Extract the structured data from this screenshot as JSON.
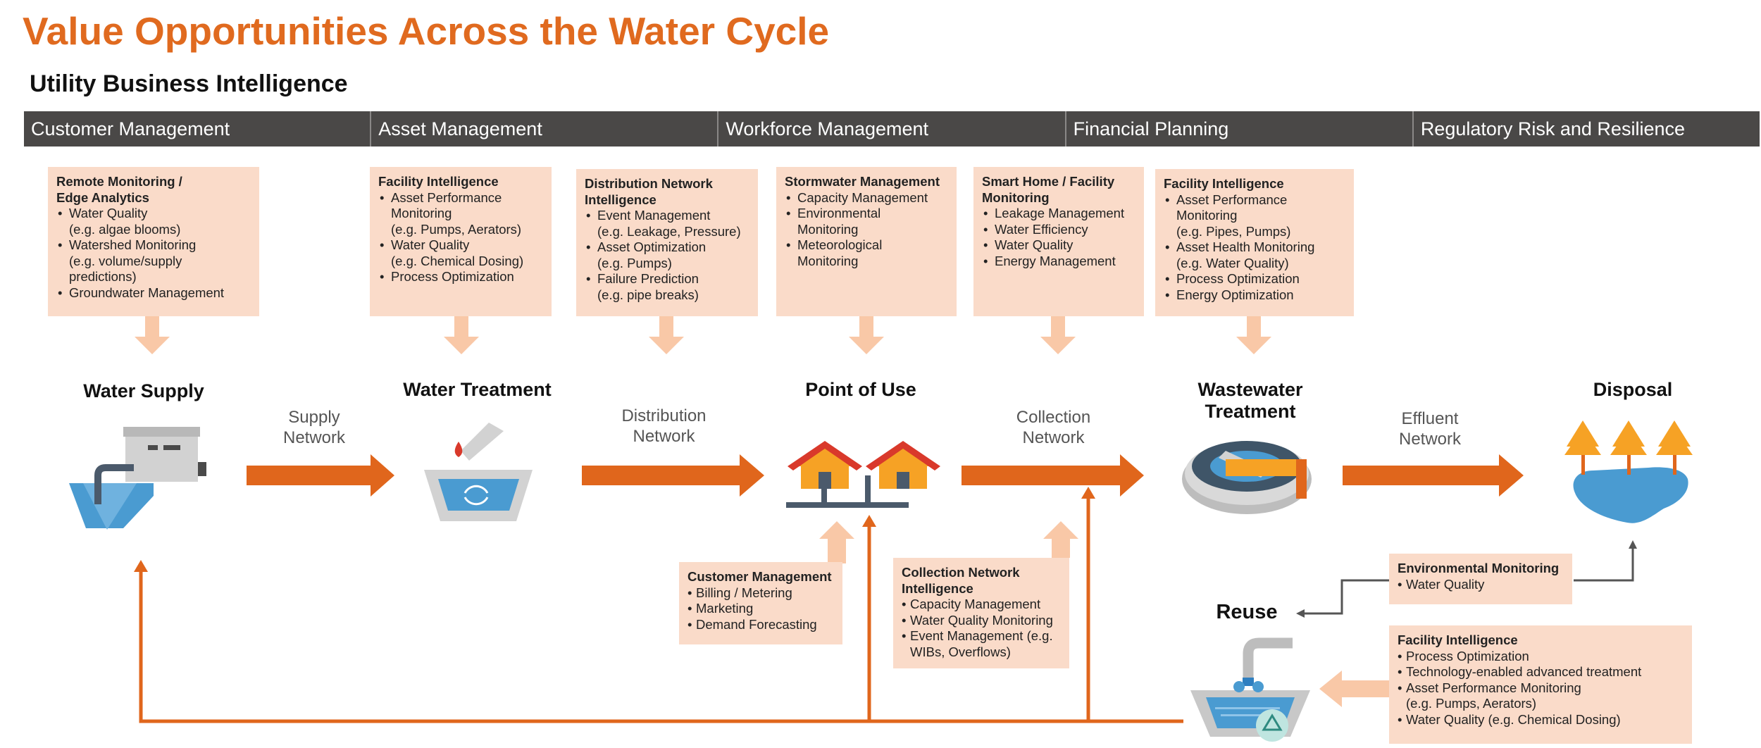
{
  "title": "Value Opportunities Across the Water Cycle",
  "subtitle": "Utility Business Intelligence",
  "categories": [
    "Customer Management",
    "Asset Management",
    "Workforce Management",
    "Financial Planning",
    "Regulatory Risk and Resilience"
  ],
  "boxes": {
    "remote": {
      "title": "Remote Monitoring /\nEdge Analytics",
      "items": [
        "Water Quality\n(e.g. algae blooms)",
        "Watershed Monitoring\n(e.g. volume/supply\npredictions)",
        "Groundwater Management"
      ]
    },
    "facility1": {
      "title": "Facility Intelligence",
      "items": [
        "Asset Performance\nMonitoring\n(e.g. Pumps, Aerators)",
        "Water Quality\n(e.g. Chemical Dosing)",
        "Process Optimization"
      ]
    },
    "distribution": {
      "title": "Distribution Network\nIntelligence",
      "items": [
        "Event Management\n(e.g. Leakage, Pressure)",
        "Asset Optimization\n(e.g. Pumps)",
        "Failure Prediction\n(e.g. pipe breaks)"
      ]
    },
    "stormwater": {
      "title": "Stormwater Management",
      "items": [
        "Capacity Management",
        "Environmental\nMonitoring",
        "Meteorological\nMonitoring"
      ]
    },
    "smarthome": {
      "title": "Smart Home / Facility\nMonitoring",
      "items": [
        "Leakage Management",
        "Water Efficiency",
        "Water Quality",
        "Energy Management"
      ]
    },
    "facility2": {
      "title": "Facility Intelligence",
      "items": [
        "Asset Performance\nMonitoring\n(e.g. Pipes, Pumps)",
        "Asset Health Monitoring\n(e.g. Water Quality)",
        "Process Optimization",
        "Energy Optimization"
      ]
    },
    "customer": {
      "title": "Customer Management",
      "items": [
        "Billing / Metering",
        "Marketing",
        "Demand Forecasting"
      ]
    },
    "collection": {
      "title": "Collection Network\nIntelligence",
      "items": [
        "Capacity Management",
        "Water Quality Monitoring",
        "Event Management (e.g.\nWIBs, Overflows)"
      ]
    },
    "environmental": {
      "title": "Environmental Monitoring",
      "items": [
        "Water Quality"
      ]
    },
    "facility3": {
      "title": "Facility Intelligence",
      "items": [
        "Process Optimization",
        "Technology-enabled advanced treatment",
        "Asset Performance Monitoring\n(e.g. Pumps, Aerators)",
        "Water Quality (e.g. Chemical Dosing)"
      ]
    }
  },
  "stages": {
    "water_supply": "Water Supply",
    "water_treatment": "Water Treatment",
    "point_of_use": "Point of Use",
    "wastewater": "Wastewater\nTreatment",
    "disposal": "Disposal",
    "reuse": "Reuse"
  },
  "networks": {
    "supply": "Supply\nNetwork",
    "distribution": "Distribution\nNetwork",
    "collection": "Collection\nNetwork",
    "effluent": "Effluent\nNetwork"
  },
  "icons": [
    "water-supply-icon",
    "water-treatment-icon",
    "houses-icon",
    "wastewater-treatment-icon",
    "disposal-icon",
    "reuse-icon"
  ],
  "colors": {
    "title": "#e06a1f",
    "arrow": "#e0661c",
    "light_arrow": "#f9c8a7",
    "box": "#fadbc9",
    "header_bar": "#4a4847",
    "water": "#4a9bd1"
  }
}
